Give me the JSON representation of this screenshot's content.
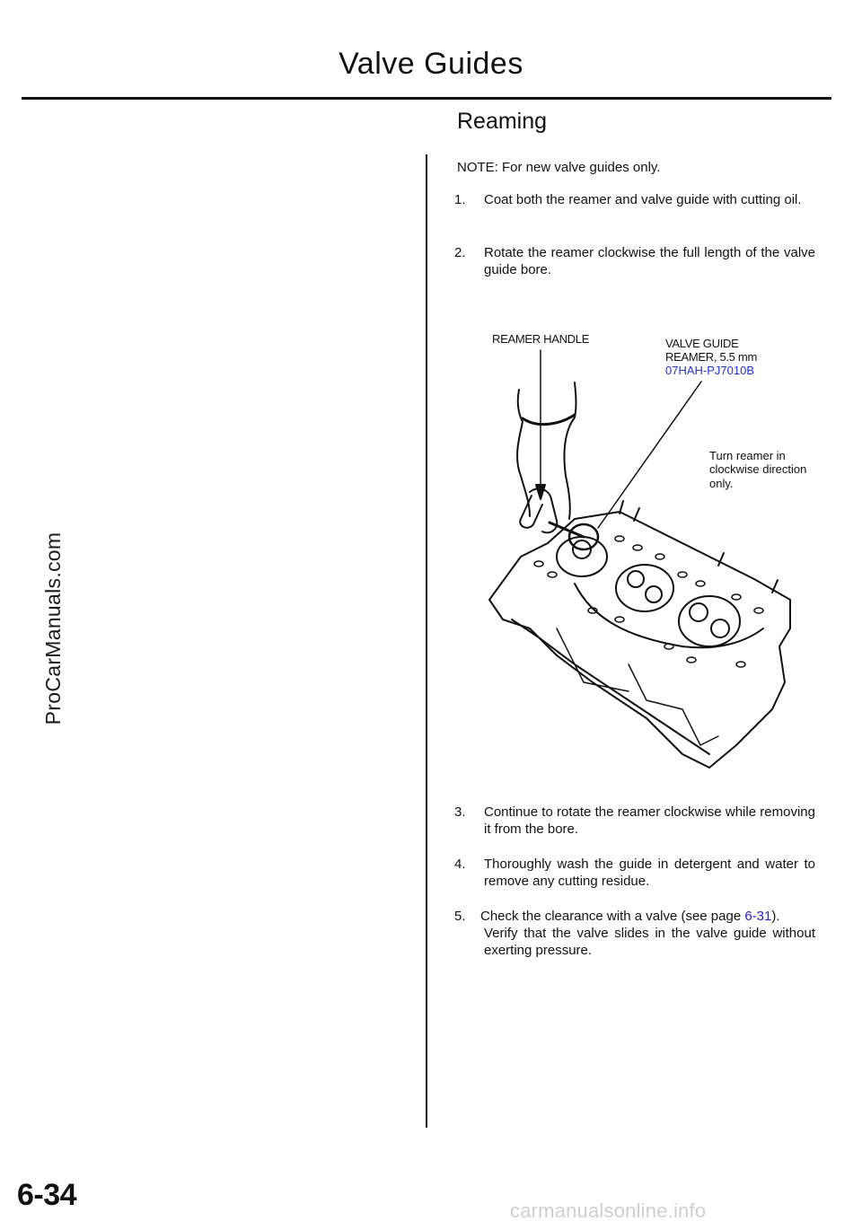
{
  "page": {
    "title": "Valve Guides",
    "section": "Reaming",
    "page_number": "6-34"
  },
  "watermarks": {
    "side": "ProCarManuals.com",
    "footer": "carmanualsonline.info"
  },
  "note": "NOTE:  For new valve guides only.",
  "steps_top": [
    {
      "num": "1.",
      "text": "Coat both the reamer and valve guide with cutting oil."
    },
    {
      "num": "2.",
      "text": "Rotate the reamer clockwise the full length of the valve guide bore."
    }
  ],
  "figure": {
    "label_reamer_handle": "REAMER HANDLE",
    "label_tool_line1": "VALVE GUIDE",
    "label_tool_line2": "REAMER, 5.5 mm",
    "label_tool_partno": "07HAH-PJ7010B",
    "caution_line1": "Turn reamer in",
    "caution_line2": "clockwise direction",
    "caution_line3": "only."
  },
  "steps_bottom": [
    {
      "num": "3.",
      "text": "Continue to rotate the reamer clockwise while removing it from the bore."
    },
    {
      "num": "4.",
      "text": "Thoroughly wash the guide in detergent and water to remove any cutting residue."
    }
  ],
  "step5": {
    "num": "5.",
    "text_before_link": "Check the clearance with a valve (see page ",
    "link": "6-31",
    "text_after_link": ").",
    "line2": "Verify that the valve slides in the valve guide without exerting pressure."
  }
}
